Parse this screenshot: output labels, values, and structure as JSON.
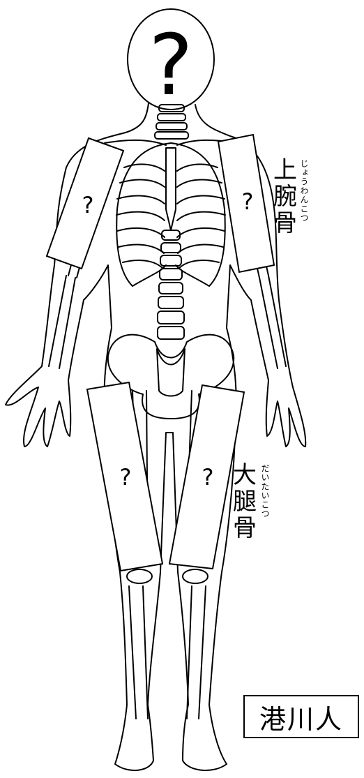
{
  "head_mark": "?",
  "panels": {
    "left_upper_arm": "?",
    "right_upper_arm": "?",
    "left_thigh": "?",
    "right_thigh": "?"
  },
  "labels": {
    "humerus": {
      "kanji": [
        "上",
        "腕",
        "骨"
      ],
      "reading": "じょうわんこつ"
    },
    "femur": {
      "kanji": [
        "大",
        "腿",
        "骨"
      ],
      "reading": "だいたいこつ"
    }
  },
  "stamp": "港川人"
}
